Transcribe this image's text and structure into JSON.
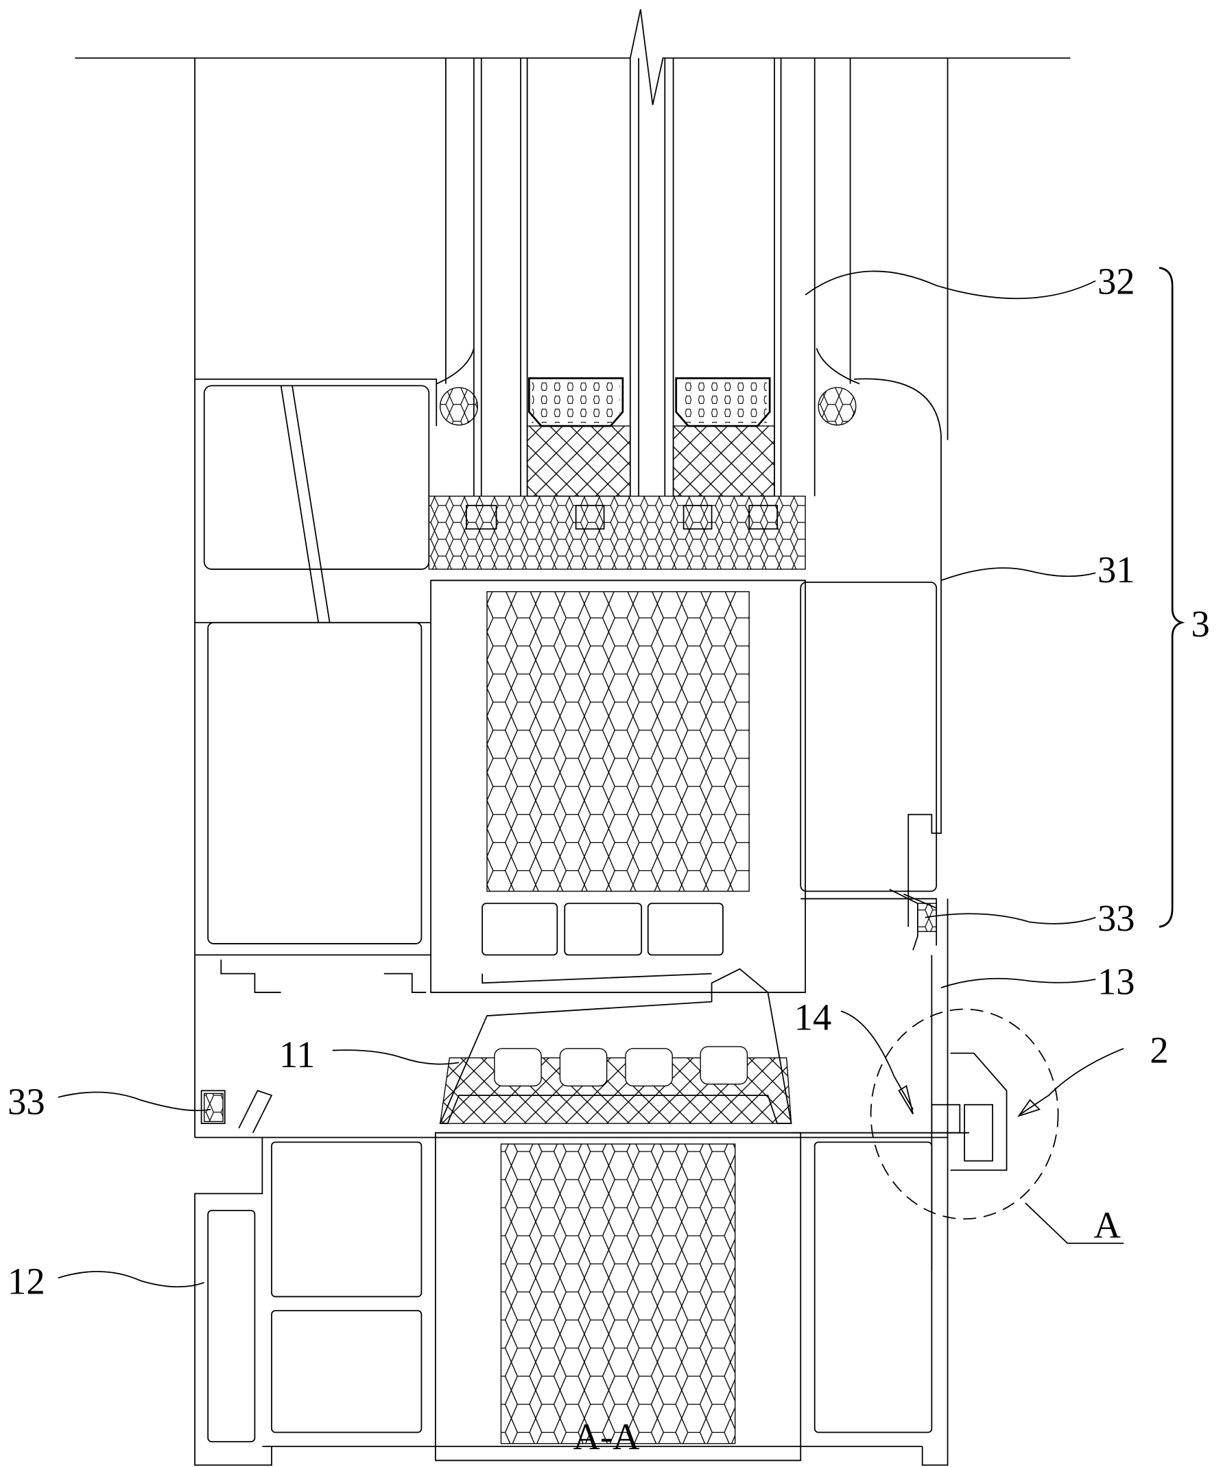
{
  "figure": {
    "caption": "A-A",
    "labels": {
      "l32": "32",
      "l31": "31",
      "l3": "3",
      "l33_right": "33",
      "l13": "13",
      "l14": "14",
      "l2": "2",
      "l11": "11",
      "l33_left": "33",
      "lA": "A",
      "l12": "12"
    }
  }
}
